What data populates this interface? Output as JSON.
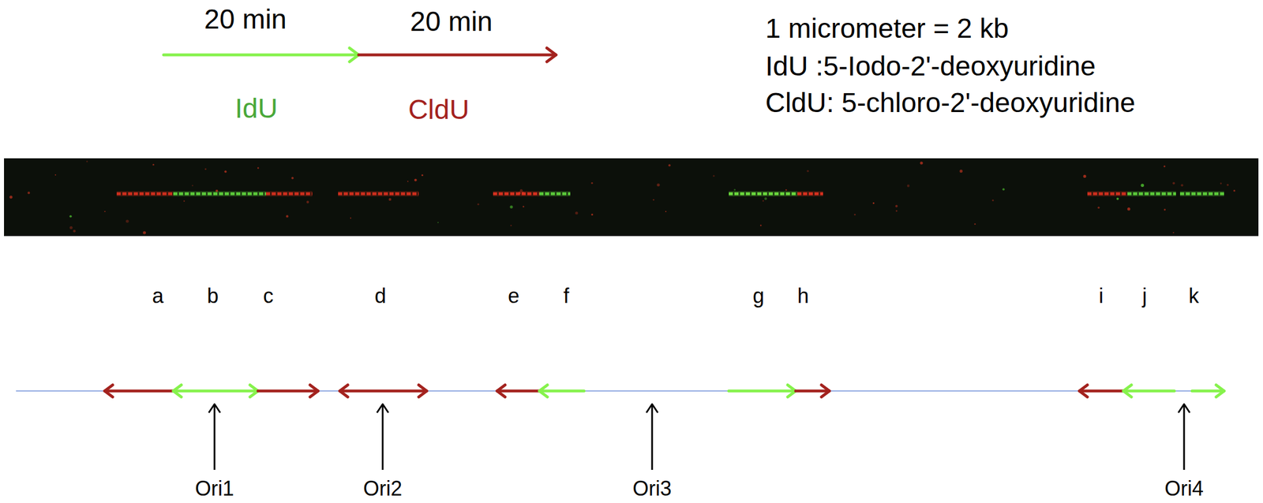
{
  "diagram": {
    "labels": [
      "20 min",
      "20 min",
      "IdU",
      "CldU",
      "1 micrometer = 2 kb",
      "IdU :5-Iodo-2'-deoxyuridine",
      "CldU: 5-chloro-2'-deoxyuridine",
      "a",
      "b",
      "c",
      "d",
      "e",
      "f",
      "g",
      "h",
      "i",
      "j",
      "k",
      "Ori1",
      "Ori2",
      "Ori3",
      "Ori4"
    ]
  }
}
